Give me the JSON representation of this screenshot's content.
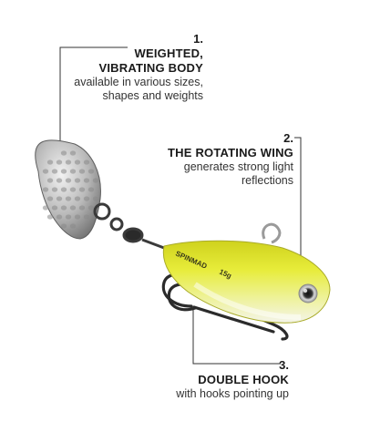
{
  "callouts": [
    {
      "number": "1.",
      "title_lines": [
        "WEIGHTED,",
        "VIBRATING BODY"
      ],
      "desc_lines": [
        "available in various sizes,",
        "shapes and weights"
      ]
    },
    {
      "number": "2.",
      "title_lines": [
        "THE ROTATING WING"
      ],
      "desc_lines": [
        "generates strong light",
        "reflections"
      ]
    },
    {
      "number": "3.",
      "title_lines": [
        "DOUBLE HOOK"
      ],
      "desc_lines": [
        "with hooks pointing up"
      ]
    }
  ],
  "lure": {
    "brand_text": "SPINMAD",
    "weight_text": "15g"
  },
  "colors": {
    "body_yellow": "#e7ec3a",
    "belly_white": "#f4f4ea",
    "blade_silver": "#b9b9b9",
    "hook_dark": "#2b2b2b",
    "leader": "#333333"
  }
}
